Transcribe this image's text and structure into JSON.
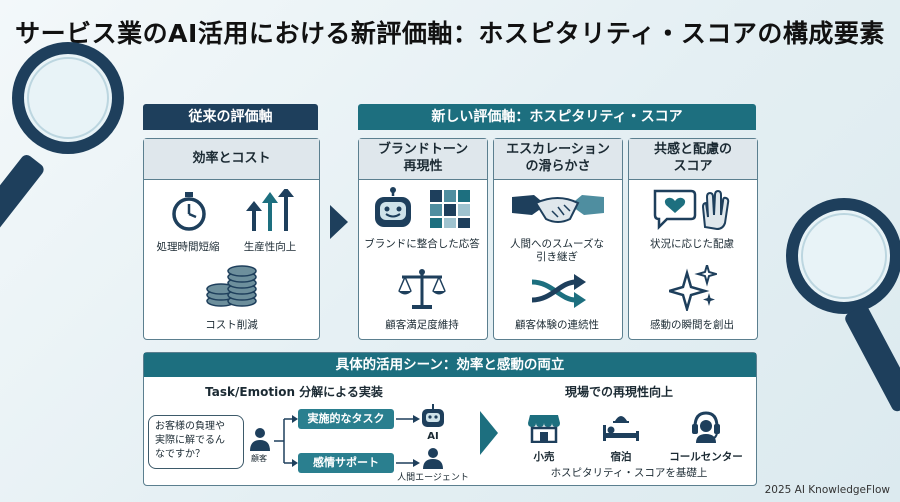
{
  "title": "サービス業のAI活用における新評価軸：ホスピタリティ・スコアの構成要素",
  "left_panel": {
    "header": "従来の評価軸",
    "card_title": "効率とコスト",
    "items": [
      "処理時間短縮",
      "生産性向上",
      "コスト削減"
    ]
  },
  "right_panel": {
    "header": "新しい評価軸：ホスピタリティ・スコア",
    "columns": [
      {
        "title_line1": "ブランドトーン",
        "title_line2": "再現性",
        "items": [
          "ブランドに整合した応答",
          "顧客満足度維持"
        ]
      },
      {
        "title_line1": "エスカレーション",
        "title_line2": "の滑らかさ",
        "items": [
          "人間へのスムーズな",
          "引き継ぎ",
          "顧客体験の連続性"
        ]
      },
      {
        "title_line1": "共感と配慮の",
        "title_line2": "スコア",
        "items": [
          "状況に応じた配慮",
          "感動の瞬間を創出"
        ]
      }
    ]
  },
  "bottom": {
    "header": "具体的活用シーン：効率と感動の両立",
    "left_title": "Task/Emotion 分解による実装",
    "customer_question": [
      "お客様の負理や",
      "実際に解でるん",
      "なですか？"
    ],
    "customer_label": "顧客",
    "task_label": "実施的なタスク",
    "emotion_label": "感情サポート",
    "ai_label": "AI",
    "human_label": "人間エージェント",
    "right_title": "現場での再現性向上",
    "venues": [
      "小売",
      "宿泊",
      "コールセンター"
    ],
    "base_caption": "ホスピタリティ・スコアを基礎上"
  },
  "footer": "2025 AI KnowledgeFlow"
}
